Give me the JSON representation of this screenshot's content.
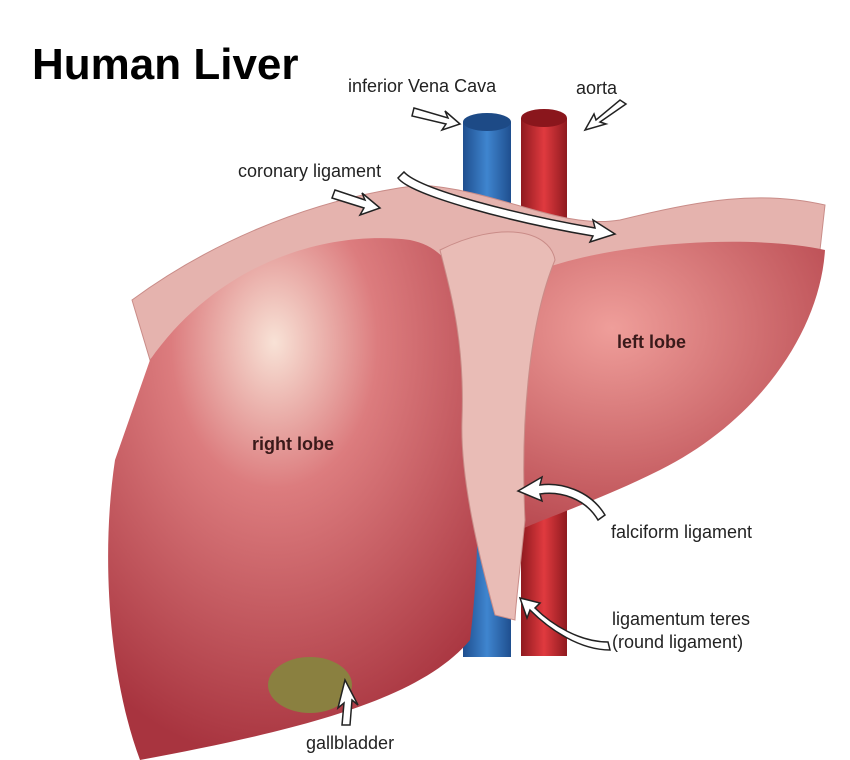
{
  "title": "Human Liver",
  "labels": {
    "ivc": "inferior Vena Cava",
    "aorta": "aorta",
    "coronary": "coronary ligament",
    "left_lobe": "left lobe",
    "right_lobe": "right lobe",
    "falciform": "falciform ligament",
    "teres_1": "ligamentum teres",
    "teres_2": "(round ligament)",
    "gallbladder": "gallbladder"
  },
  "colors": {
    "liver": "#c9575e",
    "ligament": "#e7b4b0",
    "ivc": "#2e6bb3",
    "aorta": "#c4282e",
    "gallbladder": "#8a8040"
  }
}
